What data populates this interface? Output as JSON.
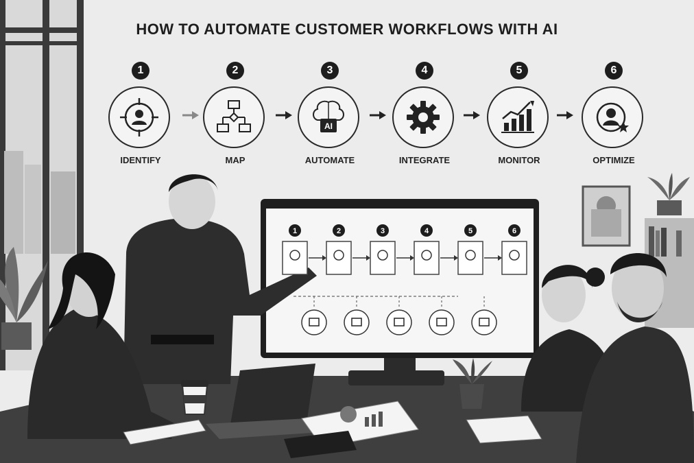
{
  "title": "HOW TO AUTOMATE CUSTOMER WORKFLOWS WITH AI",
  "steps": [
    {
      "num": "1",
      "label": "IDENTIFY",
      "icon": "target-user-icon"
    },
    {
      "num": "2",
      "label": "MAP",
      "icon": "flowchart-icon"
    },
    {
      "num": "3",
      "label": "AUTOMATE",
      "icon": "ai-brain-icon",
      "icon_text": "AI"
    },
    {
      "num": "4",
      "label": "INTEGRATE",
      "icon": "gear-icon"
    },
    {
      "num": "5",
      "label": "MONITOR",
      "icon": "growth-chart-icon"
    },
    {
      "num": "6",
      "label": "OPTIMIZE",
      "icon": "user-star-icon"
    }
  ],
  "monitor": {
    "steps": [
      "1",
      "2",
      "3",
      "4",
      "5",
      "6"
    ],
    "channels": [
      "chat-icon",
      "email-icon",
      "phone-icon",
      "calendar-icon",
      "database-icon"
    ]
  },
  "colors": {
    "background": "#ededed",
    "ink": "#1d1d1d"
  }
}
